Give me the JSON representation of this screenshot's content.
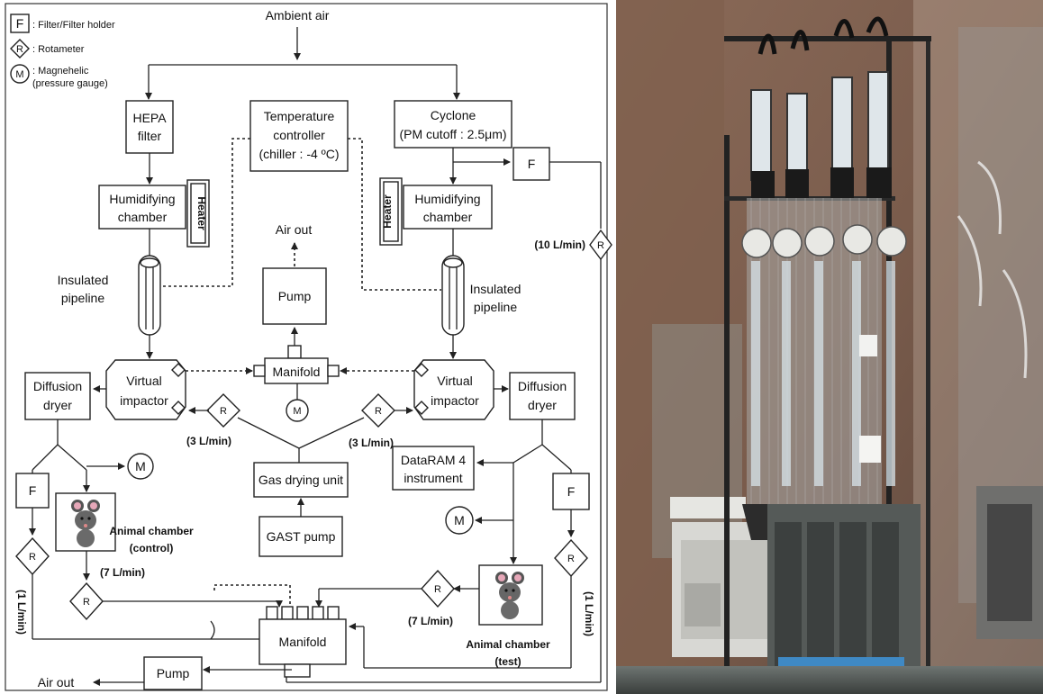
{
  "legend": {
    "filter_symbol": "F",
    "filter_text": ": Filter/Filter holder",
    "rotameter_symbol": "R",
    "rotameter_text": ": Rotameter",
    "magnehelic_symbol": "M",
    "magnehelic_text_1": ": Magnehelic",
    "magnehelic_text_2": "(pressure gauge)"
  },
  "labels": {
    "ambient_air": "Ambient air",
    "hepa_1": "HEPA",
    "hepa_2": "filter",
    "temp_1": "Temperature",
    "temp_2": "controller",
    "temp_3": "(chiller : -4 ºC)",
    "cyclone_1": "Cyclone",
    "cyclone_2": "(PM cutoff : 2.5μm)",
    "humid_1": "Humidifying",
    "humid_2": "chamber",
    "heater": "Heater",
    "air_out": "Air out",
    "pump": "Pump",
    "insulated_1": "Insulated",
    "insulated_2": "pipeline",
    "manifold": "Manifold",
    "virtual_1": "Virtual",
    "virtual_2": "impactor",
    "diffusion_1": "Diffusion",
    "diffusion_2": "dryer",
    "flow_3": "(3 L/min)",
    "flow_10": "(10 L/min)",
    "flow_7": "(7 L/min)",
    "flow_1": "(1 L/min)",
    "gas_drying": "Gas drying unit",
    "gast_pump": "GAST pump",
    "dataram_1": "DataRAM 4",
    "dataram_2": "instrument",
    "animal_control_1": "Animal chamber",
    "animal_control_2": "(control)",
    "animal_test_1": "Animal chamber",
    "animal_test_2": "(test)",
    "F": "F",
    "R": "R",
    "M": "M"
  }
}
